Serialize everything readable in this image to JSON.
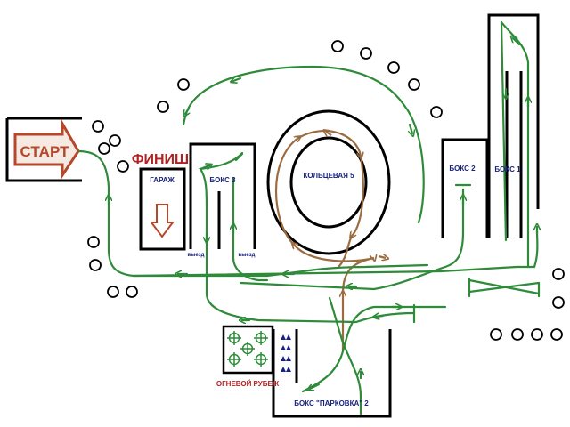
{
  "labels": {
    "start": "СТАРТ",
    "finish": "ФИНИШ",
    "garage": "ГАРАЖ",
    "box3": "БОКС 3",
    "ring": "КОЛЬЦЕВАЯ 5",
    "box2": "БОКС 2",
    "box1": "БОКС 1",
    "exit_left": "выезд",
    "exit_right": "выезд",
    "firing_line": "ОГНЕВОЙ РУБЕЖ",
    "parking": "БОКС \"ПАРКОВКА\" 2"
  },
  "colors": {
    "route": "#2e8b3a",
    "ring_route": "#9c6b3f",
    "start_arrow": "#b5472a",
    "finish_text": "#b22222",
    "label_text": "#1a237e",
    "structure": "#000000"
  }
}
